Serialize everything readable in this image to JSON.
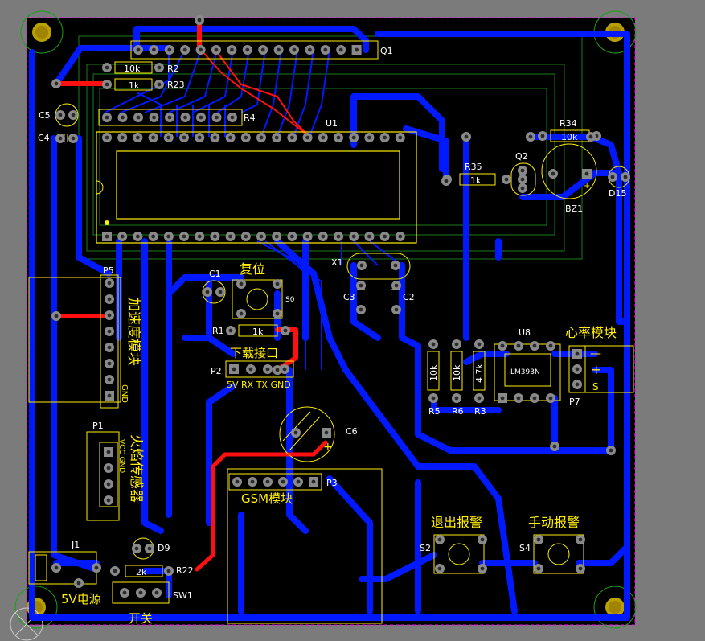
{
  "colors": {
    "background": "#7b7b7b",
    "board": "#000000",
    "bottom_trace": "#0019ff",
    "top_trace": "#ff1010",
    "silkscreen": "#ffee00",
    "pad": "#8a8a8a",
    "designator": "#ffffff",
    "outline": "#ff00ff"
  },
  "mounting_holes": [
    "top-left",
    "top-right",
    "bottom-left",
    "bottom-right"
  ],
  "designators": {
    "q1": "Q1",
    "r2": "R2",
    "r23": "R23",
    "c5": "C5",
    "c4": "C4",
    "r4": "R4",
    "u1": "U1",
    "r34": "R34",
    "r35": "R35",
    "q2": "Q2",
    "bz1": "BZ1",
    "d15": "D15",
    "p5": "P5",
    "c1": "C1",
    "s0": "S0",
    "r1": "R1",
    "x1": "X1",
    "c3": "C3",
    "c2": "C2",
    "u8": "U8",
    "r5": "R5",
    "r6": "R6",
    "r3": "R3",
    "p7": "P7",
    "p2": "P2",
    "p1": "P1",
    "c6": "C6",
    "p3": "P3",
    "j1": "J1",
    "d9": "D9",
    "r22": "R22",
    "sw1": "SW1",
    "s2": "S2",
    "s4": "S4"
  },
  "values": {
    "r2": "10k",
    "r23": "1k",
    "r34": "10k",
    "r35": "1k",
    "r1": "1k",
    "r5": "10k",
    "r6": "10k",
    "r3": "4.7k",
    "r22": "2k",
    "u8": "LM393N"
  },
  "silk_labels": {
    "reset": "复位",
    "download_port": "下载接口",
    "p2_pins": "5V RX TX GND",
    "accel_module": "加速度模块",
    "gnd": "GND",
    "flame_sensor": "火焰传感器",
    "vcc_gnd": "VCC GND",
    "heart_rate_module": "心率模块",
    "minus": "—",
    "plus": "+",
    "s": "S",
    "gsm_module": "GSM模块",
    "exit_alarm": "退出报警",
    "manual_alarm": "手动报警",
    "power_5v": "5V电源",
    "switch": "开关",
    "bz_plus": "+",
    "c6_plus": "+"
  }
}
